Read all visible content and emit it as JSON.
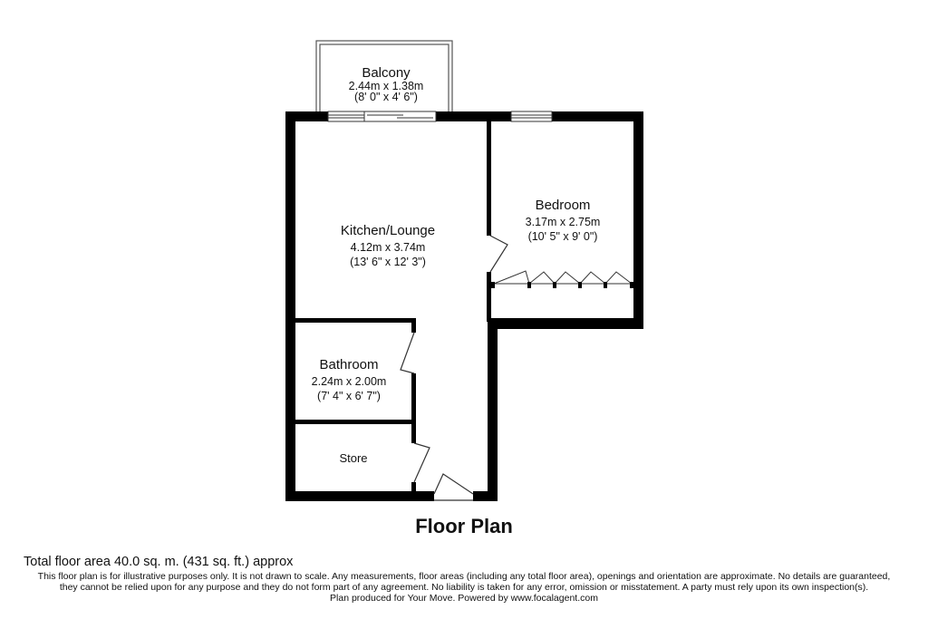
{
  "title": "Floor Plan",
  "rooms": {
    "balcony": {
      "name": "Balcony",
      "metric": "2.44m x 1.38m",
      "imperial": "(8' 0\" x 4' 6\")"
    },
    "kitchen_lounge": {
      "name": "Kitchen/Lounge",
      "metric": "4.12m x 3.74m",
      "imperial": "(13' 6\" x 12' 3\")"
    },
    "bedroom": {
      "name": "Bedroom",
      "metric": "3.17m x 2.75m",
      "imperial": "(10' 5\" x 9' 0\")"
    },
    "bathroom": {
      "name": "Bathroom",
      "metric": "2.24m x 2.00m",
      "imperial": "(7' 4\" x 6' 7\")"
    },
    "store": {
      "name": "Store"
    }
  },
  "footer": {
    "total_area": "Total floor area 40.0 sq. m. (431 sq. ft.) approx",
    "line1": "This floor plan is for illustrative purposes only. It is not drawn to scale. Any measurements, floor areas (including any total floor area), openings and orientation are approximate. No details are guaranteed,",
    "line2": "they cannot be relied upon for any purpose and they do not form part of any agreement. No liability is taken for any error, omission or misstatement. A party must rely upon its own inspection(s).",
    "line3": "Plan produced for Your Move. Powered by www.focalagent.com"
  },
  "colors": {
    "wall": "#000000",
    "background": "#ffffff",
    "line": "#555555"
  }
}
